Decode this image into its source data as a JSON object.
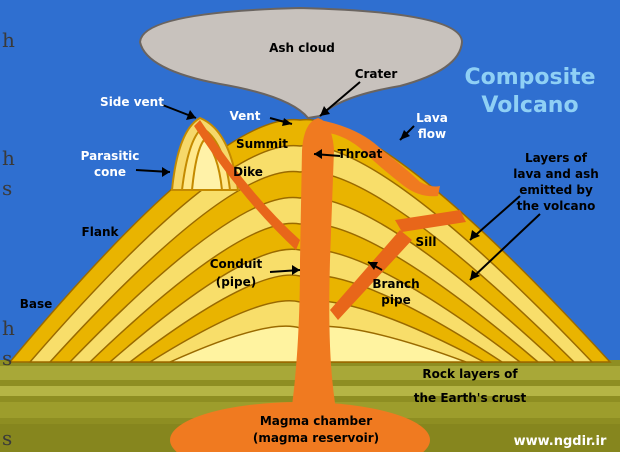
{
  "diagram": {
    "title_line1": "Composite",
    "title_line2": "Volcano",
    "watermark": "www.ngdir.ir",
    "labels": {
      "ash_cloud": "Ash cloud",
      "crater": "Crater",
      "side_vent": "Side vent",
      "vent": "Vent",
      "lava_flow_1": "Lava",
      "lava_flow_2": "flow",
      "parasitic_cone_1": "Parasitic",
      "parasitic_cone_2": "cone",
      "summit": "Summit",
      "throat": "Throat",
      "layers_1": "Layers of",
      "layers_2": "lava and ash",
      "layers_3": "emitted by",
      "layers_4": "the volcano",
      "dike": "Dike",
      "flank": "Flank",
      "sill": "Sill",
      "conduit_1": "Conduit",
      "conduit_2": "(pipe)",
      "branch_pipe_1": "Branch",
      "branch_pipe_2": "pipe",
      "base": "Base",
      "rock_layers_1": "Rock layers of",
      "rock_layers_2": "the Earth's crust",
      "magma_chamber_1": "Magma chamber",
      "magma_chamber_2": "(magma reservoir)"
    },
    "colors": {
      "sky": "#2f6fd0",
      "ash": "#c8c2bd",
      "magma": "#f07a20",
      "layer_dark": "#e0a800",
      "layer_light": "#fff3a0",
      "ground": "#9a9a2a",
      "title": "#8fd0f5"
    }
  },
  "page_edge_glyphs": [
    "h",
    "h",
    "s",
    "h",
    "s",
    "s"
  ]
}
